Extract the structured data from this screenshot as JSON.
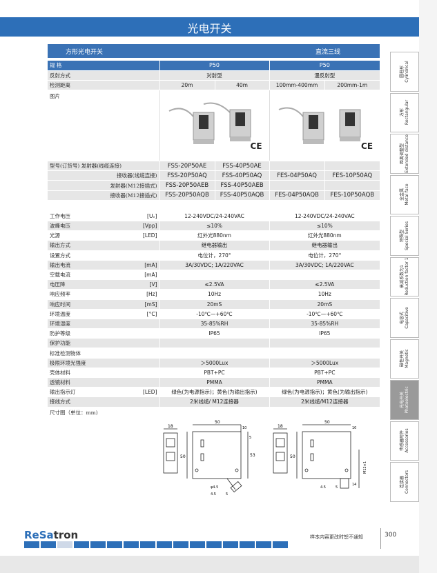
{
  "header": {
    "title": "光电开关"
  },
  "subbar": {
    "left": "方形光电开关",
    "right": "直流三线"
  },
  "table": {
    "spec_label": "规  格",
    "col1": "P50",
    "col2": "P50",
    "reflect_label": "反射方式",
    "reflect1": "对射型",
    "reflect2": "漫反射型",
    "distance_label": "检测距离",
    "d1": "20m",
    "d2": "40m",
    "d3": "100mm-400mm",
    "d4": "200mm-1m",
    "photo_label": "图片",
    "ce": "CE",
    "model_rows": [
      {
        "label": "型号(订货号) 发射器(线缆连接)",
        "v": [
          "FSS-20P50AE",
          "FSS-40P50AE",
          "",
          ""
        ]
      },
      {
        "label": "接收器(线缆连接)",
        "v": [
          "FSS-20P50AQ",
          "FSS-40P50AQ",
          "FES-04P50AQ",
          "FES-10P50AQ"
        ]
      },
      {
        "label": "发射器(M12接插式)",
        "v": [
          "FSS-20P50AEB",
          "FSS-40P50AEB",
          "",
          ""
        ]
      },
      {
        "label": "接收器(M12接插式)",
        "v": [
          "FSS-20P50AQB",
          "FSS-40P50AQB",
          "FES-04P50AQB",
          "FES-10P50AQB"
        ]
      }
    ],
    "spec_rows": [
      {
        "label": "工作电压",
        "unit": "[Uᵥ]",
        "a": "12-240VDC/24-240VAC",
        "b": "12-240VDC/24-240VAC"
      },
      {
        "label": "波峰电压",
        "unit": "[Vpp]",
        "a": "≤10%",
        "b": "≤10%"
      },
      {
        "label": "光源",
        "unit": "[LED]",
        "a": "红外光880nm",
        "b": "红外光880nm"
      },
      {
        "label": "输出方式",
        "unit": "",
        "a": "继电器输出",
        "b": "继电器输出"
      },
      {
        "label": "设置方式",
        "unit": "",
        "a": "电位计，270°",
        "b": "电位计，270°"
      },
      {
        "label": "输出电流",
        "unit": "[mA]",
        "a": "3A/30VDC; 1A/220VAC",
        "b": "3A/30VDC; 1A/220VAC"
      },
      {
        "label": "空载电流",
        "unit": "[mA]",
        "a": "",
        "b": ""
      },
      {
        "label": "电压降",
        "unit": "[V]",
        "a": "≤2.5VA",
        "b": "≤2.5VA"
      },
      {
        "label": "响应频率",
        "unit": "[Hz]",
        "a": "10Hz",
        "b": "10Hz"
      },
      {
        "label": "响应时间",
        "unit": "[mS]",
        "a": "20mS",
        "b": "20mS"
      },
      {
        "label": "环境温度",
        "unit": "[°C]",
        "a": "-10℃—+60℃",
        "b": "-10℃—+60℃"
      },
      {
        "label": "环境湿度",
        "unit": "",
        "a": "35-85%RH",
        "b": "35-85%RH"
      },
      {
        "label": "防护等级",
        "unit": "",
        "a": "IP65",
        "b": "IP65"
      },
      {
        "label": "保护功能",
        "unit": "",
        "a": "",
        "b": ""
      },
      {
        "label": "标准检测物体",
        "unit": "",
        "a": "",
        "b": ""
      },
      {
        "label": "极限环境光强度",
        "unit": "",
        "a": "＞5000Lux",
        "b": "＞5000Lux"
      },
      {
        "label": "壳体材料",
        "unit": "",
        "a": "PBT+PC",
        "b": "PBT+PC"
      },
      {
        "label": "透镜材料",
        "unit": "",
        "a": "PMMA",
        "b": "PMMA"
      },
      {
        "label": "输出指示灯",
        "unit": "[LED]",
        "a": "绿色(为电源指示)；黄色(为输出指示)",
        "b": "绿色(为电源指示)；黄色(为输出指示)"
      },
      {
        "label": "接线方式",
        "unit": "",
        "a": "2米线缆/ M12连接器",
        "b": "2米线缆/M12连接器"
      }
    ],
    "dim_label": "尺寸图（单位：mm)"
  },
  "drawings": {
    "d18": "18",
    "d50": "50",
    "d10": "10",
    "d5": "5",
    "d53": "53",
    "d45": "4.5",
    "m12": "M12×1",
    "d14": "14",
    "phi": "φ4.5"
  },
  "side_tabs": [
    {
      "cn": "圆柱形",
      "en": "Cylindrical"
    },
    {
      "cn": "方形",
      "en": "Rectangular"
    },
    {
      "cn": "距离调整型",
      "en": "Extended distance"
    },
    {
      "cn": "全金属",
      "en": "Metal face"
    },
    {
      "cn": "特殊型",
      "en": "Special Series"
    },
    {
      "cn": "衰减系数为1",
      "en": "Reduction factor 1"
    },
    {
      "cn": "电容式",
      "en": "Capacitive"
    },
    {
      "cn": "磁性开关",
      "en": "Magnetic"
    },
    {
      "cn": "光电开关",
      "en": "Photoelectric"
    },
    {
      "cn": "传感器附件",
      "en": "Accessories"
    },
    {
      "cn": "连接器",
      "en": "Connectors"
    }
  ],
  "footer": {
    "logo_a": "ReSa",
    "logo_b": "tron",
    "note": "样本内容更改时恕不通知",
    "page": "300"
  },
  "colors": {
    "brand": "#2d6fb8",
    "shade": "#e6e6e6"
  }
}
